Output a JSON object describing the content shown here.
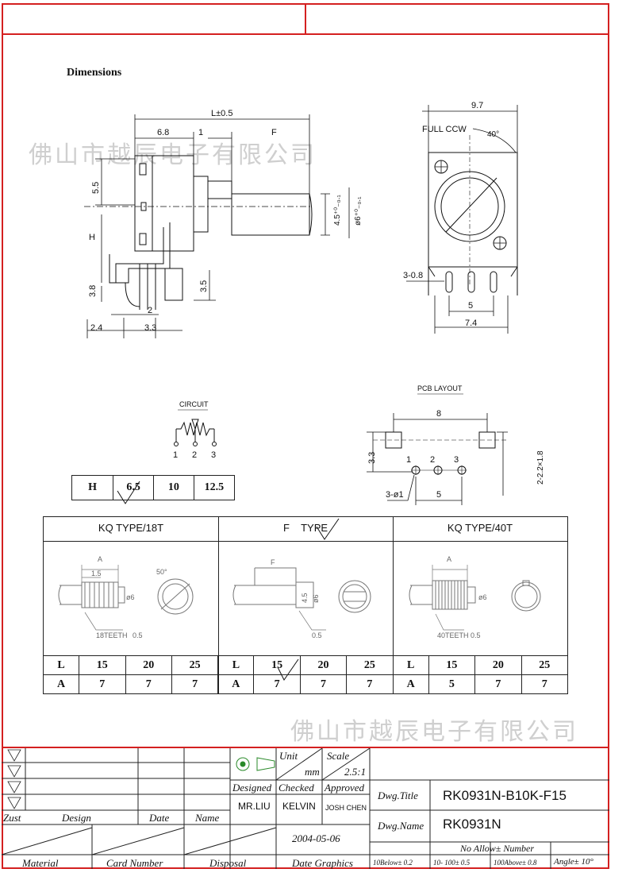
{
  "header": {
    "section_title": "Dimensions"
  },
  "watermark": {
    "text": "佛山市越辰电子有限公司"
  },
  "drawing": {
    "labels": {
      "length": "L±0.5",
      "d68": "6.8",
      "d1": "1",
      "f": "F",
      "d55": "5.5",
      "h": "H",
      "d38": "3.8",
      "d35": "3.5",
      "d2": "2",
      "d24": "2.4",
      "d33": "3.3",
      "shaft1": "4.5⁺⁰₋₀.₁",
      "shaft2": "ø6⁺⁰₋₀.₁",
      "d97": "9.7",
      "fullccw": "FULL CCW",
      "angle40": "40°",
      "pins": "3-0.8",
      "d5": "5",
      "d74": "7.4"
    },
    "circuit": {
      "title": "CIRCUIT",
      "pins": [
        "1",
        "2",
        "3"
      ]
    },
    "pcb": {
      "title": "PCB LAYOUT",
      "d8": "8",
      "d33": "3.3",
      "pins": [
        "1",
        "2",
        "3"
      ],
      "holes": "3-ø1",
      "d5": "5",
      "pads": "2-2.2×1.8"
    }
  },
  "h_table": {
    "header": "H",
    "values": [
      "6.5",
      "10",
      "12.5"
    ]
  },
  "types": [
    {
      "title": "KQ TYPE/18T",
      "notes": [
        "A",
        "1.5",
        "50°",
        "ø6",
        "18TEETH",
        "0.5"
      ],
      "L": "L",
      "A": "A",
      "lvals": [
        "15",
        "20",
        "25"
      ],
      "avals": [
        "7",
        "7",
        "7"
      ]
    },
    {
      "title": "F    TYPE",
      "notes": [
        "F",
        "4.5",
        "ø6",
        "0.5"
      ],
      "L": "L",
      "A": "A",
      "lvals": [
        "15",
        "20",
        "25"
      ],
      "avals": [
        "7",
        "7",
        "7"
      ]
    },
    {
      "title": "KQ TYPE/40T",
      "notes": [
        "A",
        "ø6",
        "40TEETH",
        "0.5"
      ],
      "L": "L",
      "A": "A",
      "lvals": [
        "15",
        "20",
        "25"
      ],
      "avals": [
        "5",
        "7",
        "7"
      ]
    }
  ],
  "title_block": {
    "unit_label": "Unit",
    "unit_value": "mm",
    "scale_label": "Scale",
    "scale_value": "2.5:1",
    "designed_label": "Designed",
    "checked_label": "Checked",
    "approved_label": "Approved",
    "designer": "MR.LIU",
    "checker": "KELVIN",
    "approver": "JOSH CHEN",
    "zust": "Zust",
    "design": "Design",
    "date": "Date",
    "name": "Name",
    "date_value": "2004-05-06",
    "material": "Material",
    "card_number": "Card Number",
    "disposal": "Disposal",
    "date_graphics": "Date Graphics",
    "dwg_title_label": "Dwg.Title",
    "dwg_title": "RK0931N-B10K-F15",
    "dwg_name_label": "Dwg.Name",
    "dwg_name": "RK0931N",
    "tolerance_title": "No Allow± Number",
    "tolerances": [
      "10Below± 0.2",
      "10- 100± 0.5",
      "100Above± 0.8",
      "Angle± 10°"
    ]
  },
  "colors": {
    "frame": "#d42020",
    "watermark": "#cfcfcf"
  }
}
